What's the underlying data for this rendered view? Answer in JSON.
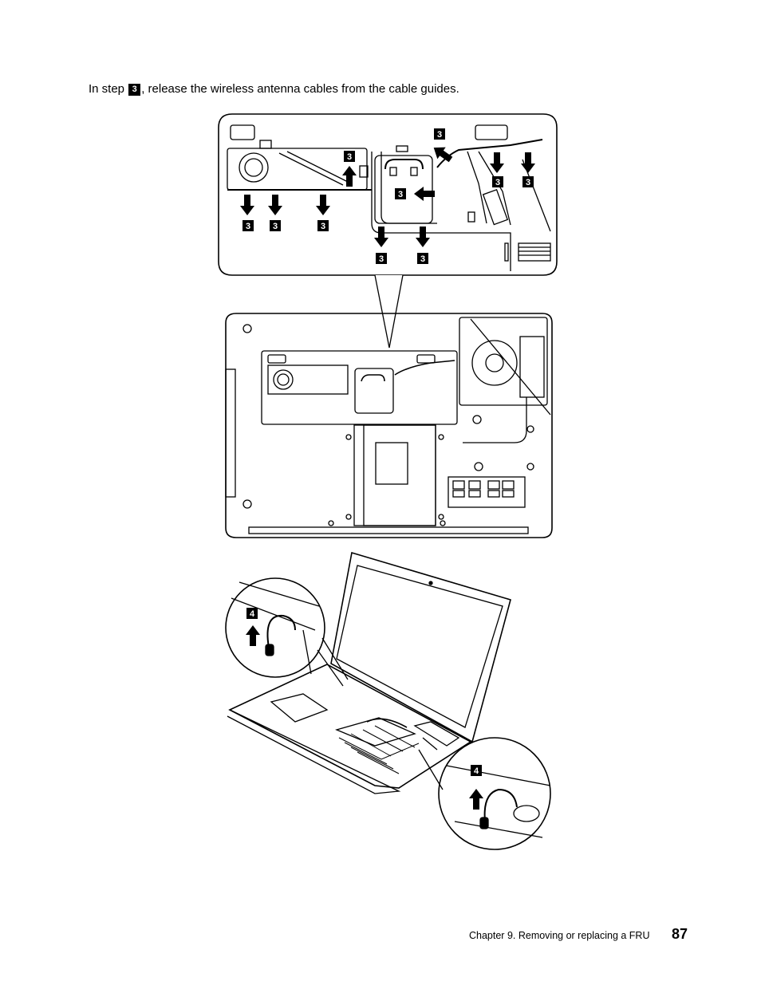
{
  "instruction": {
    "prefix": "In step",
    "step": "3",
    "suffix": ", release the wireless antenna cables from the cable guides."
  },
  "callouts": {
    "step3": "3",
    "step4": "4"
  },
  "footer": {
    "chapter": "Chapter 9.  Removing or replacing a FRU",
    "page": "87"
  }
}
